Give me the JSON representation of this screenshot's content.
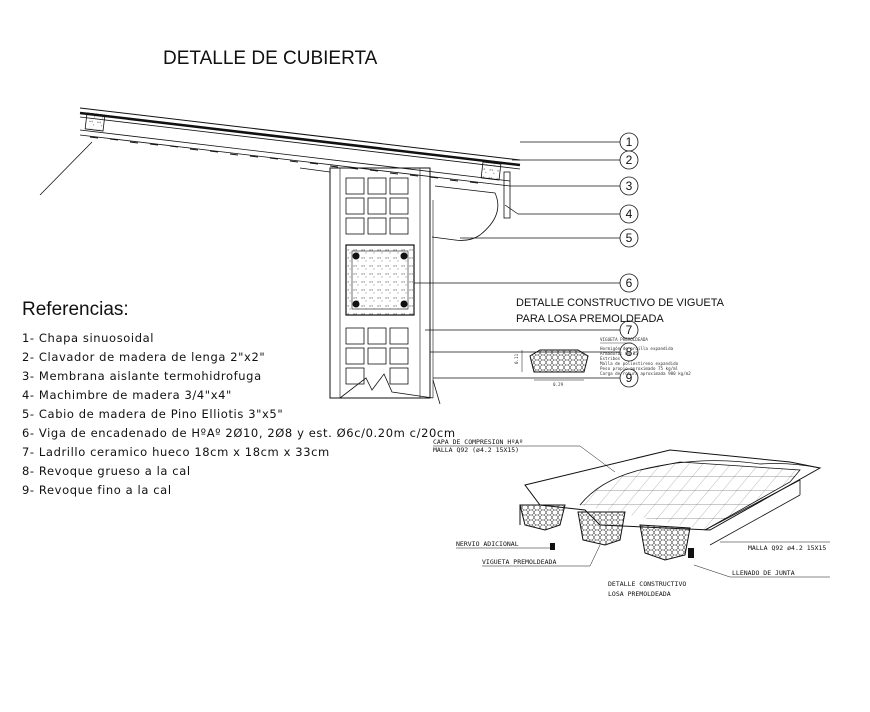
{
  "title": "DETALLE DE CUBIERTA",
  "references": {
    "heading": "Referencias:",
    "items": [
      "1- Chapa sinuosoidal",
      "2- Clavador de madera de lenga 2\"x2\"",
      "3- Membrana aislante termohidrofuga",
      "4- Machimbre de madera 3/4\"x4\"",
      "5- Cabio de madera de Pino Elliotis 3\"x5\"",
      "6- Viga de encadenado de HºAº 2Ø10, 2Ø8 y est. Ø6c/0.20m  c/20cm",
      "7- Ladrillo ceramico hueco 18cm x 18cm x 33cm",
      "8- Revoque grueso a la cal",
      "9- Revoque fino a la cal"
    ]
  },
  "callouts": [
    "1",
    "2",
    "3",
    "4",
    "5",
    "6",
    "7",
    "8",
    "9"
  ],
  "vigueta_detail": {
    "title_line1": "DETALLE CONSTRUCTIVO DE VIGUETA",
    "title_line2": "PARA LOSA PREMOLDEADA",
    "label": "VIGUETA PREMOLDEADA",
    "specs": [
      "Hormigón de arcilla expandida",
      "Armadura: Ø4 Ø5",
      "Estribos",
      "Malla de poliestireno expandido",
      "Peso propio aproximado 75 kg/ml",
      "Carga de rotura aproximada 900 kg/m2"
    ],
    "dim_height": "0.11",
    "dim_width": "0.29"
  },
  "losa_detail": {
    "capa_line1": "CAPA DE COMPRESION HºAº",
    "capa_line2": "MALLA Q92 (ø4.2 15X15)",
    "nervio": "NERVIO ADICIONAL",
    "vigueta": "VIGUETA PREMOLDEADA",
    "malla": "MALLA Q92 ø4.2 15X15",
    "llenado": "LLENADO DE JUNTA",
    "title_line1": "DETALLE CONSTRUCTIVO",
    "title_line2": "LOSA PREMOLDEADA"
  }
}
